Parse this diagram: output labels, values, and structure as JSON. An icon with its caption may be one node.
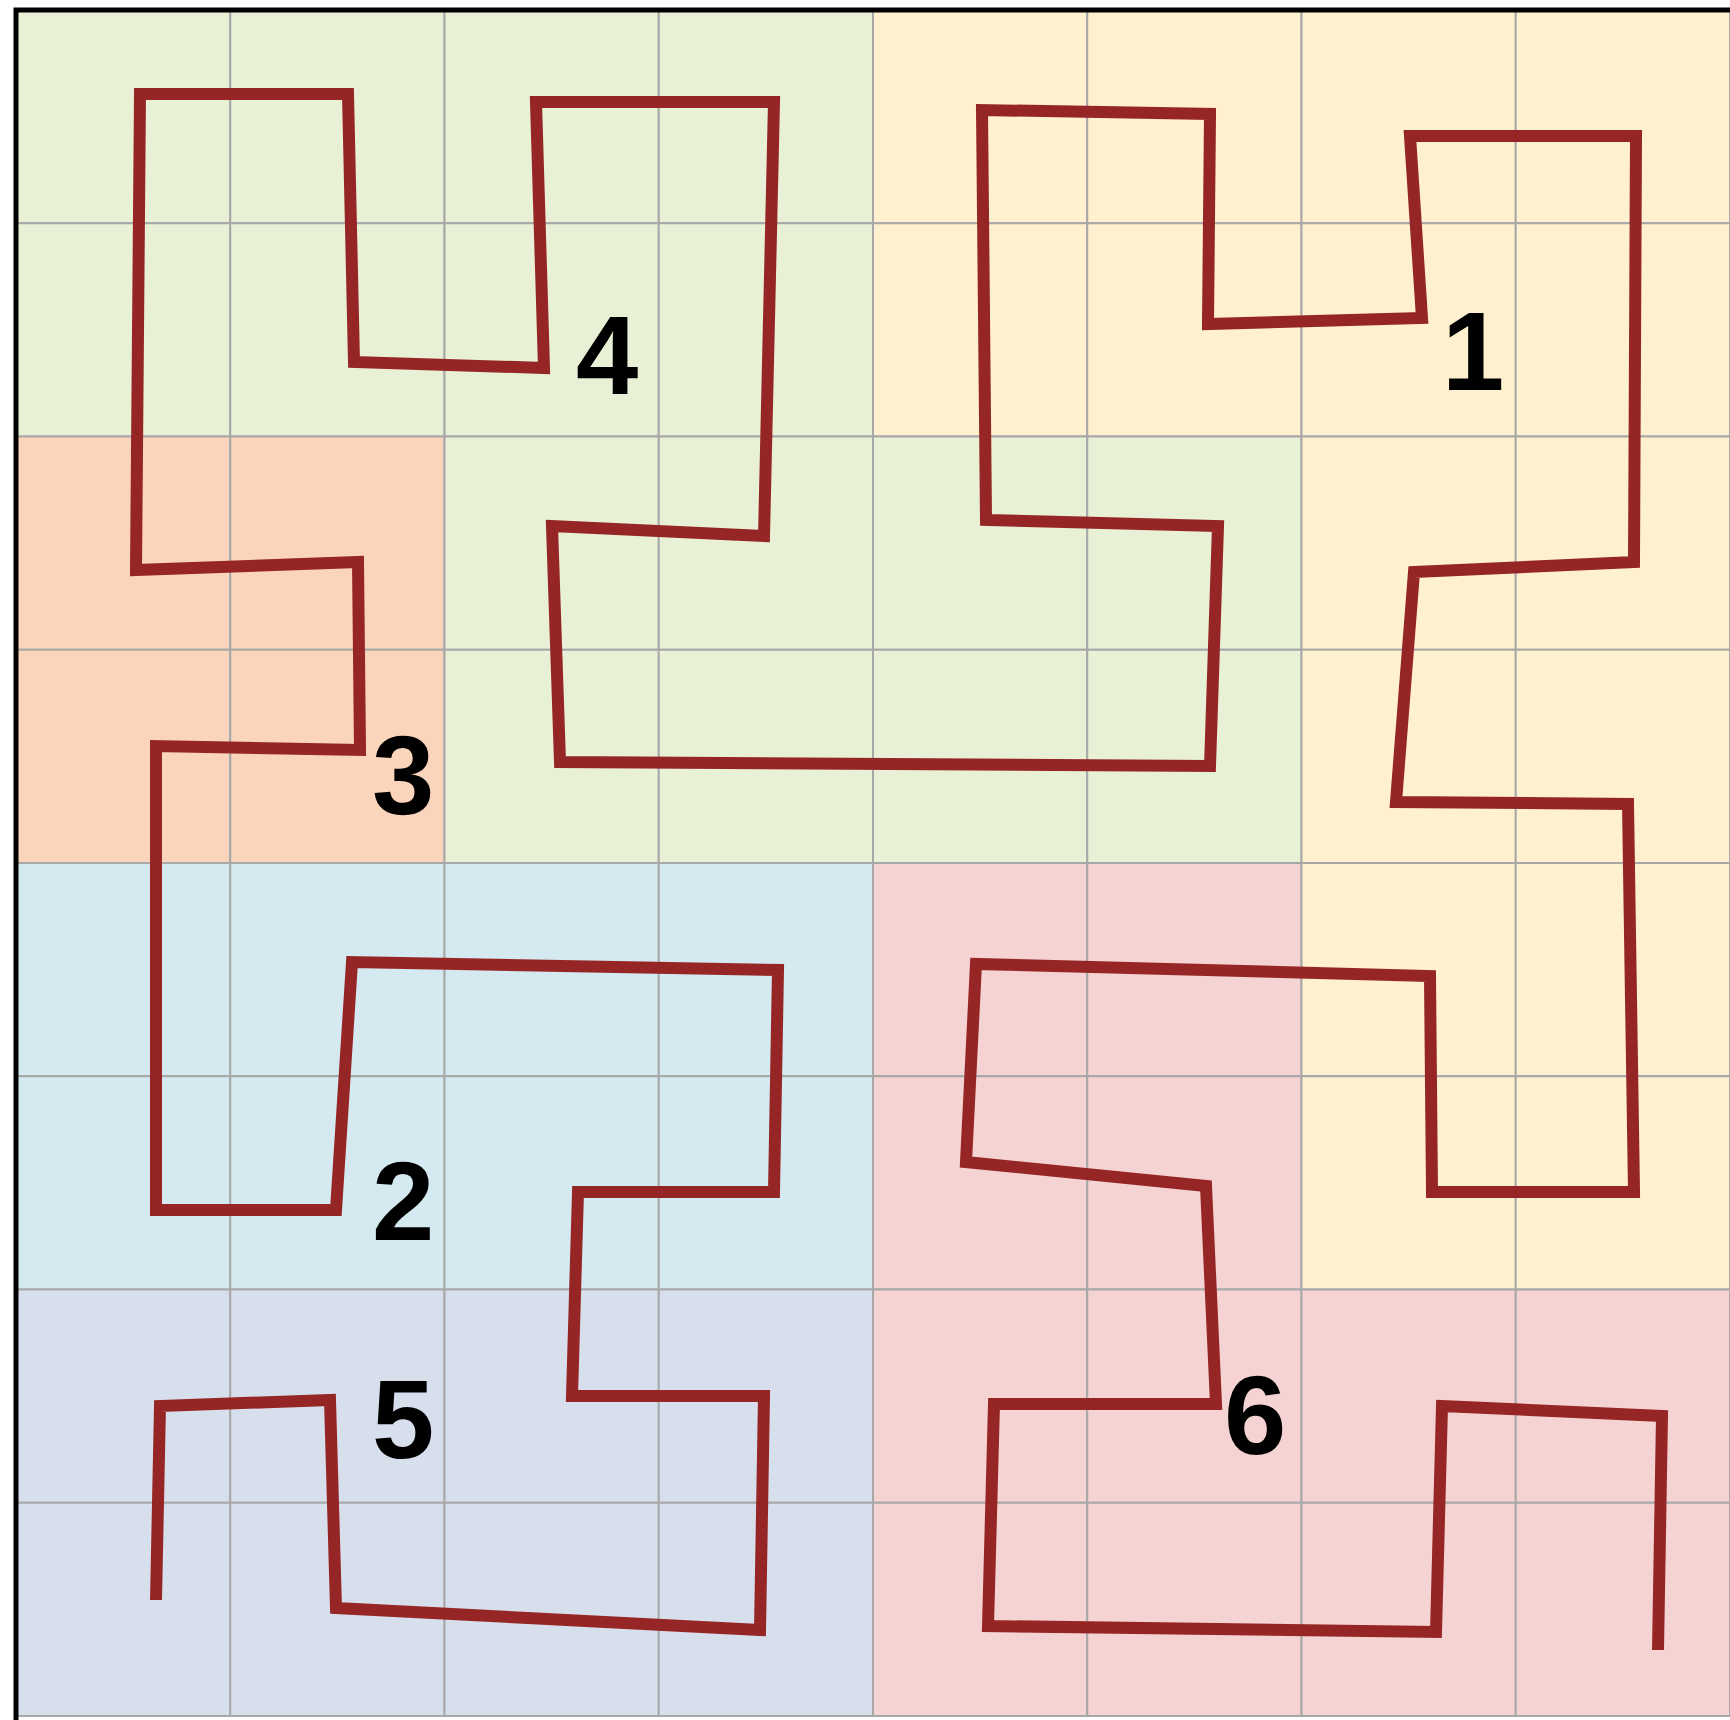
{
  "diagram": {
    "labels": [
      "4",
      "1",
      "3",
      "2",
      "5",
      "6"
    ]
  }
}
